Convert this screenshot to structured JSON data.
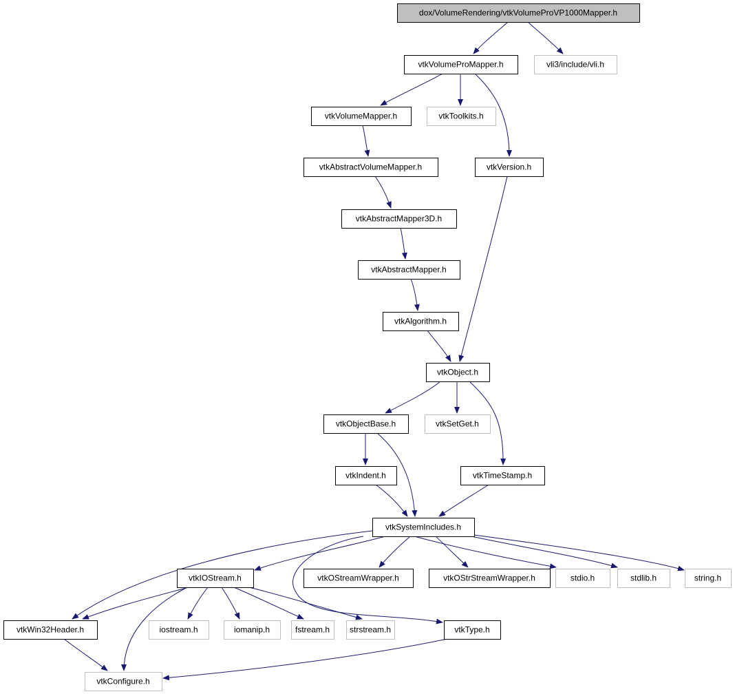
{
  "colors": {
    "edge": "#191970",
    "local_border": "#000000",
    "system_border": "#bfbfbf",
    "root_fill": "#bfbfbf"
  },
  "nodes": [
    {
      "id": "root",
      "label": "dox/VolumeRendering/vtkVolumeProVP1000Mapper.h",
      "kind": "root"
    },
    {
      "id": "vpm",
      "label": "vtkVolumeProMapper.h",
      "kind": "local"
    },
    {
      "id": "vli",
      "label": "vli3/include/vli.h",
      "kind": "system"
    },
    {
      "id": "vm",
      "label": "vtkVolumeMapper.h",
      "kind": "local"
    },
    {
      "id": "tk",
      "label": "vtkToolkits.h",
      "kind": "system"
    },
    {
      "id": "avm",
      "label": "vtkAbstractVolumeMapper.h",
      "kind": "local"
    },
    {
      "id": "ver",
      "label": "vtkVersion.h",
      "kind": "local"
    },
    {
      "id": "am3",
      "label": "vtkAbstractMapper3D.h",
      "kind": "local"
    },
    {
      "id": "am",
      "label": "vtkAbstractMapper.h",
      "kind": "local"
    },
    {
      "id": "alg",
      "label": "vtkAlgorithm.h",
      "kind": "local"
    },
    {
      "id": "obj",
      "label": "vtkObject.h",
      "kind": "local"
    },
    {
      "id": "ob",
      "label": "vtkObjectBase.h",
      "kind": "local"
    },
    {
      "id": "sg",
      "label": "vtkSetGet.h",
      "kind": "system"
    },
    {
      "id": "ind",
      "label": "vtkIndent.h",
      "kind": "local"
    },
    {
      "id": "ts",
      "label": "vtkTimeStamp.h",
      "kind": "local"
    },
    {
      "id": "si",
      "label": "vtkSystemIncludes.h",
      "kind": "local"
    },
    {
      "id": "ios",
      "label": "vtkIOStream.h",
      "kind": "local"
    },
    {
      "id": "osw",
      "label": "vtkOStreamWrapper.h",
      "kind": "local"
    },
    {
      "id": "ossw",
      "label": "vtkOStrStreamWrapper.h",
      "kind": "local"
    },
    {
      "id": "stdio",
      "label": "stdio.h",
      "kind": "system"
    },
    {
      "id": "stdlib",
      "label": "stdlib.h",
      "kind": "system"
    },
    {
      "id": "string",
      "label": "string.h",
      "kind": "system"
    },
    {
      "id": "w32",
      "label": "vtkWin32Header.h",
      "kind": "local"
    },
    {
      "id": "iostream",
      "label": "iostream.h",
      "kind": "system"
    },
    {
      "id": "iomanip",
      "label": "iomanip.h",
      "kind": "system"
    },
    {
      "id": "fstream",
      "label": "fstream.h",
      "kind": "system"
    },
    {
      "id": "strstream",
      "label": "strstream.h",
      "kind": "system"
    },
    {
      "id": "type",
      "label": "vtkType.h",
      "kind": "local"
    },
    {
      "id": "cfg",
      "label": "vtkConfigure.h",
      "kind": "system"
    }
  ],
  "edges": [
    [
      "root",
      "vpm"
    ],
    [
      "root",
      "vli"
    ],
    [
      "vpm",
      "vm"
    ],
    [
      "vpm",
      "tk"
    ],
    [
      "vpm",
      "ver"
    ],
    [
      "vm",
      "avm"
    ],
    [
      "avm",
      "am3"
    ],
    [
      "am3",
      "am"
    ],
    [
      "am",
      "alg"
    ],
    [
      "alg",
      "obj"
    ],
    [
      "ver",
      "obj"
    ],
    [
      "obj",
      "ob"
    ],
    [
      "obj",
      "sg"
    ],
    [
      "obj",
      "ts"
    ],
    [
      "ob",
      "ind"
    ],
    [
      "ob",
      "si"
    ],
    [
      "ind",
      "si"
    ],
    [
      "ts",
      "si"
    ],
    [
      "si",
      "w32"
    ],
    [
      "si",
      "ios"
    ],
    [
      "si",
      "osw"
    ],
    [
      "si",
      "ossw"
    ],
    [
      "si",
      "stdio"
    ],
    [
      "si",
      "stdlib"
    ],
    [
      "si",
      "string"
    ],
    [
      "si",
      "type"
    ],
    [
      "ios",
      "w32"
    ],
    [
      "ios",
      "cfg"
    ],
    [
      "ios",
      "iostream"
    ],
    [
      "ios",
      "iomanip"
    ],
    [
      "ios",
      "fstream"
    ],
    [
      "ios",
      "strstream"
    ],
    [
      "w32",
      "cfg"
    ],
    [
      "type",
      "cfg"
    ]
  ]
}
